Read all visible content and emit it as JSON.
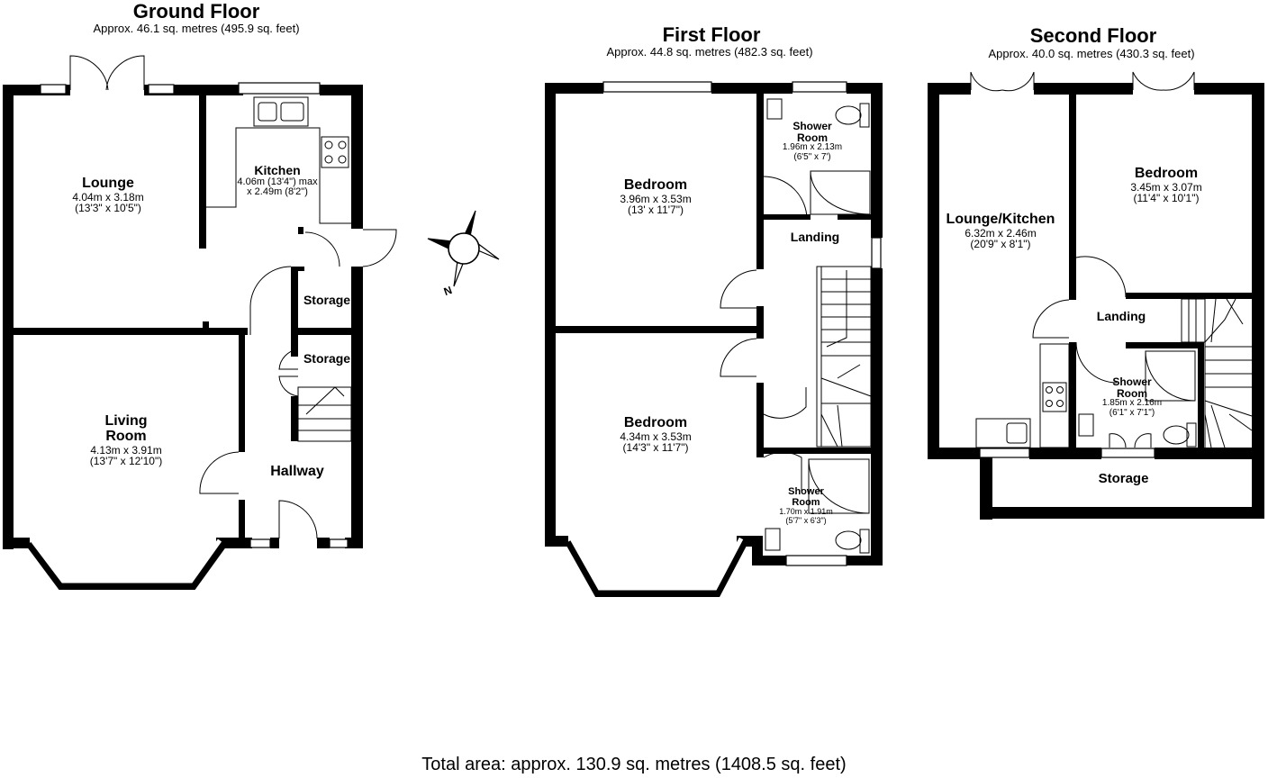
{
  "floors": [
    {
      "title": "Ground Floor",
      "area": "Approx. 46.1 sq. metres (495.9 sq. feet)"
    },
    {
      "title": "First Floor",
      "area": "Approx. 44.8 sq. metres (482.3 sq. feet)"
    },
    {
      "title": "Second Floor",
      "area": "Approx. 40.0 sq. metres (430.3 sq. feet)"
    }
  ],
  "ground": {
    "lounge": {
      "name": "Lounge",
      "dim1": "4.04m x 3.18m",
      "dim2": "(13'3\" x 10'5\")"
    },
    "kitchen": {
      "name": "Kitchen",
      "dim1": "4.06m (13'4\") max",
      "dim2": "x 2.49m (8'2\")"
    },
    "storage1": {
      "name": "Storage"
    },
    "storage2": {
      "name": "Storage"
    },
    "living": {
      "name": "Living",
      "name2": "Room",
      "dim1": "4.13m x 3.91m",
      "dim2": "(13'7\" x 12'10\")"
    },
    "hallway": {
      "name": "Hallway"
    }
  },
  "first": {
    "bedroom1": {
      "name": "Bedroom",
      "dim1": "3.96m x 3.53m",
      "dim2": "(13' x 11'7\")"
    },
    "shower1": {
      "name": "Shower",
      "name2": "Room",
      "dim1": "1.96m x 2.13m",
      "dim2": "(6'5\" x 7')"
    },
    "landing": {
      "name": "Landing"
    },
    "bedroom2": {
      "name": "Bedroom",
      "dim1": "4.34m x 3.53m",
      "dim2": "(14'3\" x 11'7\")"
    },
    "shower2": {
      "name": "Shower",
      "name2": "Room",
      "dim1": "1.70m x 1.91m",
      "dim2": "(5'7\" x 6'3\")"
    }
  },
  "second": {
    "lounge_kitchen": {
      "name": "Lounge/Kitchen",
      "dim1": "6.32m x 2.46m",
      "dim2": "(20'9\" x 8'1\")"
    },
    "bedroom": {
      "name": "Bedroom",
      "dim1": "3.45m x 3.07m",
      "dim2": "(11'4\" x 10'1\")"
    },
    "landing": {
      "name": "Landing"
    },
    "shower": {
      "name": "Shower",
      "name2": "Room",
      "dim1": "1.85m x 2.16m",
      "dim2": "(6'1\" x 7'1\")"
    },
    "storage": {
      "name": "Storage"
    }
  },
  "compass": {
    "label": "N",
    "icon": "compass-icon"
  },
  "total_area": "Total area: approx. 130.9 sq. metres (1408.5 sq. feet)"
}
